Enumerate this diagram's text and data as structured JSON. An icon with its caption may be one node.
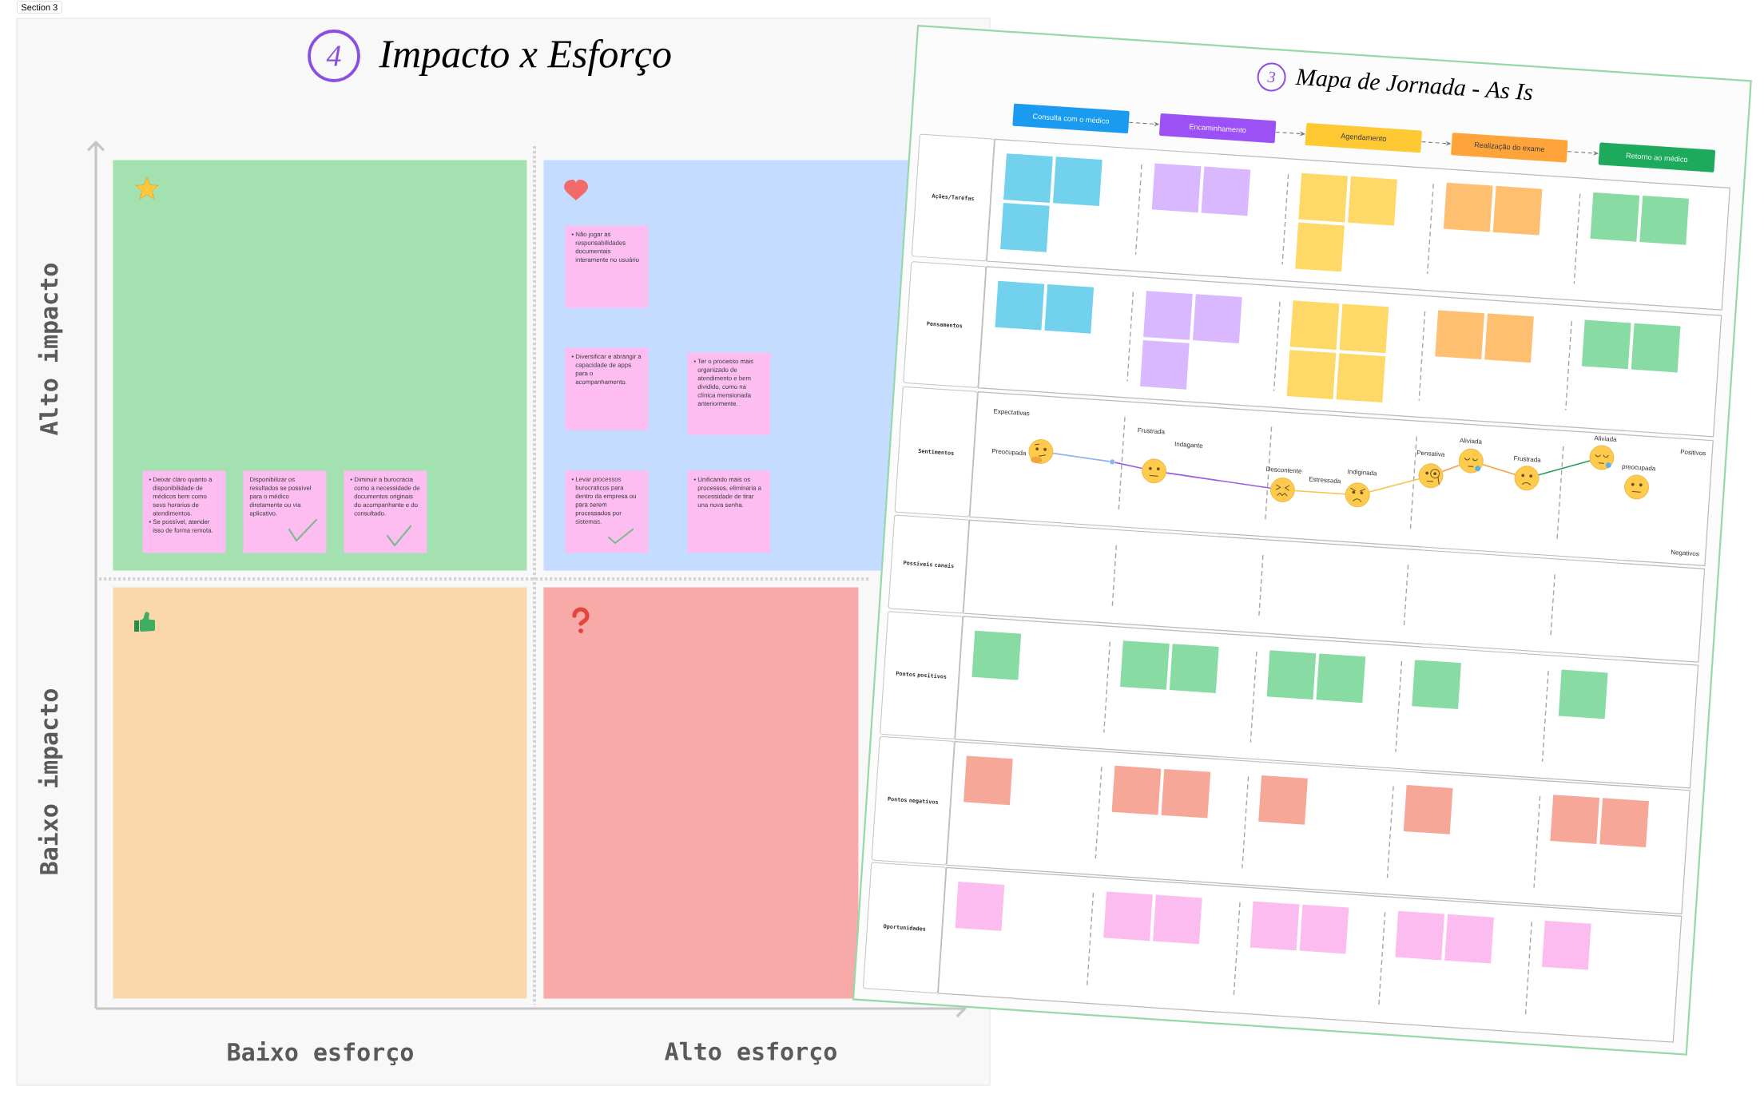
{
  "diagram": {
    "title": "Impacto x Esforço",
    "nodes": [
      {
        "text": [],
        "shape": "box"
      },
      {
        "text": [
          "• Deixar claro quanto a disponibilidade de médicos bem como seus horarios de atendimentos.",
          "• Se possível, atender isso de forma remota."
        ],
        "in": 0
      },
      {
        "text": [
          "Disponibilizar os resultados se possível para o médico diretamente ou via aplicativo."
        ],
        "in": 0
      },
      {
        "text": [
          "• Diminuir a burocracia como a necessidade de documentos originais do acompanhante e do consultado."
        ],
        "in": 0
      },
      {
        "text": [],
        "shape": "box"
      },
      {
        "text": [
          "• Não jogar as responsabilidades documentais interamente no usuário"
        ],
        "in": 4
      },
      {
        "text": [
          "• Diversificar e abrangir a capacidade de apps para o acompanhamento."
        ],
        "in": 4
      },
      {
        "text": [
          "• Ter o processo mais organizado de atendimento e bem dividido, como na clínica mensionada anteriormente."
        ],
        "in": 4
      },
      {
        "text": [
          "• Levar processos burocraticos para dentro da empresa ou para serem processados por sistemas."
        ],
        "in": 4
      },
      {
        "text": [
          "• Unificando mais os processos, eliminaria a necessidade de tirar una nova senha."
        ],
        "in": 4
      },
      {
        "text": [],
        "shape": "box"
      },
      {
        "text": [],
        "shape": "box"
      },
      {
        "text": [
          "Mapa de Jornada - As Is"
        ]
      },
      {
        "text": [
          "Consulta com o médico"
        ],
        "in": 12
      },
      {
        "text": [
          "Encaminhamento"
        ],
        "in": 12
      },
      {
        "text": [
          "Agendamento"
        ],
        "in": 12
      },
      {
        "text": [
          "Realização do exame"
        ],
        "in": 12
      },
      {
        "text": [
          "Retorno ao médico"
        ],
        "in": 12
      },
      {
        "text": [
          "Ações/Tarefas"
        ],
        "in": 12
      },
      {
        "text": [
          "Pensamentos"
        ],
        "in": 12
      },
      {
        "text": [
          "Sentimentos"
        ],
        "in": 12
      },
      {
        "text": [
          "Possíveis canais"
        ],
        "in": 12
      },
      {
        "text": [
          "Pontos positivos"
        ],
        "in": 12
      },
      {
        "text": [
          "Pontos negativos"
        ],
        "in": 12
      },
      {
        "text": [
          "Oportunidades"
        ],
        "in": 12
      },
      {
        "text": [],
        "shape": "box",
        "in": 12
      },
      {
        "text": [],
        "shape": "box",
        "in": 12
      },
      {
        "text": [],
        "shape": "box",
        "in": 12
      },
      {
        "text": [],
        "shape": "box",
        "in": 12
      },
      {
        "text": [],
        "shape": "box",
        "in": 12
      },
      {
        "text": [],
        "shape": "box",
        "in": 12
      },
      {
        "text": [],
        "shape": "box",
        "in": 12
      },
      {
        "text": [],
        "shape": "box",
        "in": 25
      },
      {
        "text": [],
        "shape": "box",
        "in": 25
      },
      {
        "text": [],
        "shape": "box",
        "in": 25
      },
      {
        "text": [],
        "shape": "box",
        "in": 25
      },
      {
        "text": [],
        "shape": "box",
        "in": 25
      },
      {
        "text": [],
        "shape": "box",
        "in": 25
      },
      {
        "text": [],
        "shape": "box",
        "in": 25
      },
      {
        "text": [],
        "shape": "box",
        "in": 25
      },
      {
        "text": [],
        "shape": "box",
        "in": 25
      },
      {
        "text": [],
        "shape": "box",
        "in": 25
      },
      {
        "text": [],
        "shape": "box",
        "in": 25
      },
      {
        "text": [],
        "shape": "box",
        "in": 25
      },
      {
        "text": [],
        "shape": "box",
        "in": 26
      },
      {
        "text": [],
        "shape": "box",
        "in": 26
      },
      {
        "text": [],
        "shape": "box",
        "in": 26
      },
      {
        "text": [],
        "shape": "box",
        "in": 26
      },
      {
        "text": [],
        "shape": "box",
        "in": 26
      },
      {
        "text": [],
        "shape": "box",
        "in": 26
      },
      {
        "text": [],
        "shape": "box",
        "in": 26
      },
      {
        "text": [],
        "shape": "box",
        "in": 26
      },
      {
        "text": [],
        "shape": "box",
        "in": 26
      },
      {
        "text": [],
        "shape": "box",
        "in": 26
      },
      {
        "text": [],
        "shape": "box",
        "in": 26
      },
      {
        "text": [],
        "shape": "box",
        "in": 26
      },
      {
        "text": [],
        "shape": "box",
        "in": 26
      },
      {
        "text": [],
        "shape": "picture",
        "beside": [
          "Preocupada"
        ],
        "in": 27
      },
      {
        "text": [],
        "shape": "circle",
        "in": 27
      },
      {
        "text": [],
        "shape": "picture",
        "beside": [
          "Frustrada",
          "Indagante"
        ],
        "in": 27
      },
      {
        "text": [],
        "shape": "picture",
        "beside": [
          "Descontente"
        ],
        "in": 27
      },
      {
        "text": [],
        "shape": "picture",
        "beside": [
          "Estressada",
          "Indiginada"
        ],
        "in": 27
      },
      {
        "text": [],
        "shape": "picture",
        "beside": [
          "Pensativa"
        ],
        "in": 27
      },
      {
        "text": [],
        "shape": "picture",
        "beside": [
          "Aliviada"
        ],
        "in": 27
      },
      {
        "text": [],
        "shape": "picture",
        "beside": [
          "Frustrada"
        ],
        "in": 27
      },
      {
        "text": [],
        "shape": "picture",
        "beside": [
          "Aliviada"
        ],
        "in": 27
      },
      {
        "text": [],
        "shape": "picture",
        "beside": [
          "preocupada"
        ],
        "in": 27
      },
      {
        "text": [],
        "shape": "box",
        "in": 29
      },
      {
        "text": [],
        "shape": "box",
        "in": 29
      },
      {
        "text": [],
        "shape": "box",
        "in": 29
      },
      {
        "text": [],
        "shape": "box",
        "in": 29
      },
      {
        "text": [],
        "shape": "box",
        "in": 29
      },
      {
        "text": [],
        "shape": "box",
        "in": 29
      },
      {
        "text": [],
        "shape": "box",
        "in": 29
      },
      {
        "text": [],
        "shape": "box",
        "in": 30
      },
      {
        "text": [],
        "shape": "box",
        "in": 30
      },
      {
        "text": [],
        "shape": "box",
        "in": 30
      },
      {
        "text": [],
        "shape": "box",
        "in": 30
      },
      {
        "text": [],
        "shape": "box",
        "in": 30
      },
      {
        "text": [],
        "shape": "box",
        "in": 30
      },
      {
        "text": [],
        "shape": "box",
        "in": 30
      },
      {
        "text": [],
        "shape": "box",
        "in": 31
      },
      {
        "text": [],
        "shape": "box",
        "in": 31
      },
      {
        "text": [],
        "shape": "box",
        "in": 31
      },
      {
        "text": [],
        "shape": "box",
        "in": 31
      },
      {
        "text": [],
        "shape": "box",
        "in": 31
      },
      {
        "text": [],
        "shape": "box",
        "in": 31
      },
      {
        "text": [],
        "shape": "box",
        "in": 31
      },
      {
        "text": [],
        "shape": "box",
        "in": 31
      }
    ],
    "edges": [
      {
        "from": 13,
        "to": 14,
        "arrow": "to",
        "style": "dashed"
      },
      {
        "from": 14,
        "to": 15,
        "arrow": "to",
        "style": "dashed"
      },
      {
        "from": 15,
        "to": 16,
        "arrow": "to",
        "style": "dashed"
      },
      {
        "from": 16,
        "to": 17,
        "arrow": "to",
        "style": "dashed"
      },
      {
        "from": 57,
        "to": 58,
        "arrow": "none",
        "color": "#8fb4f0"
      },
      {
        "from": 58,
        "to": 59,
        "arrow": "none",
        "color": "#9b59e6"
      },
      {
        "from": 59,
        "to": 60,
        "arrow": "none",
        "color": "#9b59e6"
      },
      {
        "from": 60,
        "to": 61,
        "arrow": "none",
        "color": "#f5c445"
      },
      {
        "from": 61,
        "to": 62,
        "arrow": "none",
        "color": "#f5c445"
      },
      {
        "from": 62,
        "to": 63,
        "arrow": "none",
        "color": "#f3a144"
      },
      {
        "from": 63,
        "to": 64,
        "arrow": "none",
        "color": "#f3a144"
      },
      {
        "from": 64,
        "to": 65,
        "arrow": "none",
        "color": "#1e9e5a"
      }
    ],
    "labels": [
      "Section 3",
      "4",
      "3",
      "Alto impacto",
      "Expectativas",
      "Positivos",
      "Negativos",
      "Baixo impacto",
      "Baixo esforço",
      "Alto esforço"
    ]
  }
}
